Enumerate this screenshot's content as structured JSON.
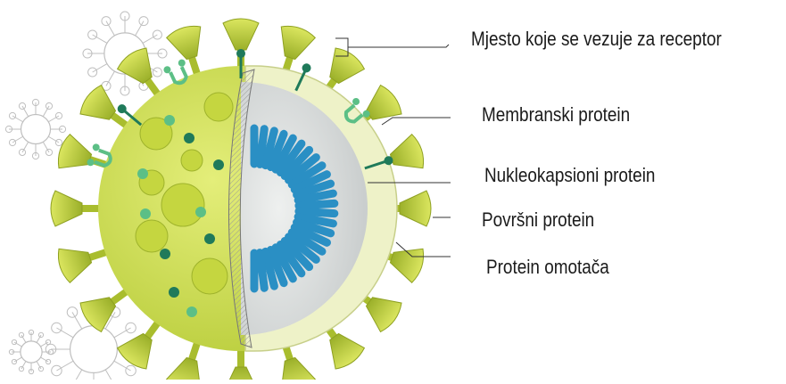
{
  "labels": {
    "receptor_binding_site": "Mjesto koje se vezuje za receptor",
    "membrane_protein": "Membranski protein",
    "nucleocapsid_protein": "Nukleokapsioni protein",
    "surface_protein": "Površni protein",
    "envelope_protein": "Protein omotača"
  },
  "colors": {
    "virus_body": "#cfe05a",
    "spike_light": "#dbe65f",
    "spike_dark": "#a9bd2e",
    "shell": "#eef2c8",
    "interior": "#d9dcdc",
    "nucleocapsid": "#2a8fc4",
    "protein_dark": "#1f7a5a",
    "protein_light": "#5cbf86",
    "background_virus": "#bfbfbf"
  }
}
